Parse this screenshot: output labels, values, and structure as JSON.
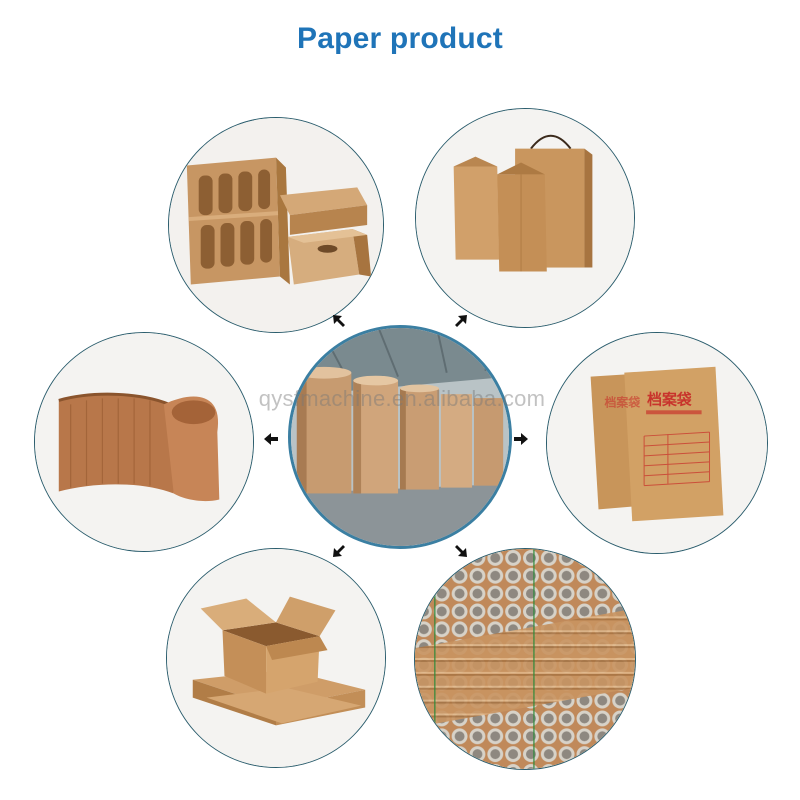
{
  "title": "Paper product",
  "watermark": "qysfmachine.en.alibaba.com",
  "folder_label": "档案袋",
  "colors": {
    "title": "#1f74b8",
    "ring": "#2b5d6d",
    "kraft": "#c08a56",
    "kraft_dark": "#9a6a3c",
    "stamp_red": "#c8342c"
  },
  "images": {
    "top_left": "corrugated-dividers-image",
    "top_right": "kraft-bags-image",
    "mid_left": "corrugated-roll-image",
    "mid_right": "file-folder-image",
    "bot_left": "carton-box-image",
    "bot_right": "paper-tubes-image",
    "center": "paper-warehouse-image"
  }
}
